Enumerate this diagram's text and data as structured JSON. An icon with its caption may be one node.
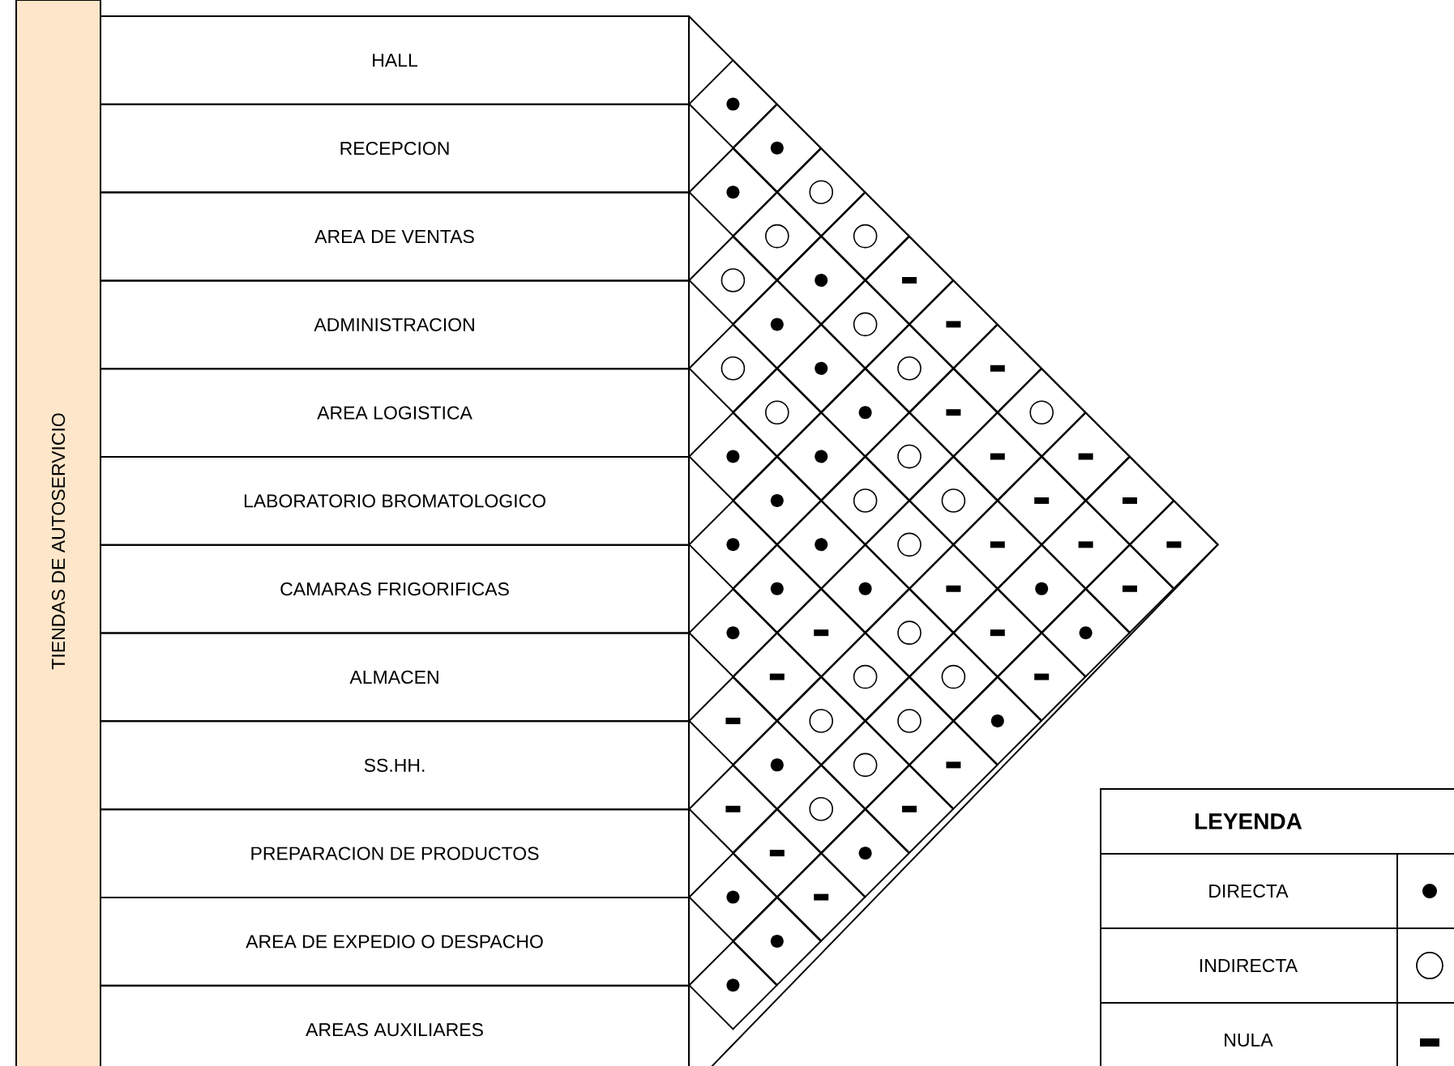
{
  "diagram": {
    "nodes": [
      {
        "text": [
          "TIENDAS DE AUTOSERVICIO"
        ]
      },
      {
        "text": [
          "HALL"
        ]
      },
      {
        "text": [
          "RECEPCION"
        ]
      },
      {
        "text": [
          "AREA DE VENTAS"
        ]
      },
      {
        "text": [
          "ADMINISTRACION"
        ]
      },
      {
        "text": [
          "AREA LOGISTICA"
        ]
      },
      {
        "text": [
          "LABORATORIO BROMATOLOGICO"
        ]
      },
      {
        "text": [
          "CAMARAS FRIGORIFICAS"
        ]
      },
      {
        "text": [
          "ALMACEN"
        ]
      },
      {
        "text": [
          "SS.HH."
        ]
      },
      {
        "text": [
          "PREPARACION DE PRODUCTOS"
        ]
      },
      {
        "text": [
          "AREA DE EXPEDIO O DESPACHO"
        ]
      },
      {
        "text": [
          "AREAS AUXILIARES"
        ]
      },
      {
        "text": [],
        "shape": "diamond"
      },
      {
        "text": [],
        "shape": "dot",
        "in": 13
      },
      {
        "text": [],
        "shape": "diamond"
      },
      {
        "text": [],
        "shape": "dot",
        "in": 15
      },
      {
        "text": [],
        "shape": "diamond"
      },
      {
        "text": [],
        "shape": "dot",
        "in": 17
      },
      {
        "text": [],
        "shape": "diamond"
      },
      {
        "text": [],
        "shape": "circle",
        "in": 19
      },
      {
        "text": [],
        "shape": "diamond"
      },
      {
        "text": [],
        "shape": "circle",
        "in": 21
      },
      {
        "text": [],
        "shape": "diamond"
      },
      {
        "text": [],
        "shape": "circle",
        "in": 23
      },
      {
        "text": [],
        "shape": "diamond"
      },
      {
        "text": [],
        "shape": "circle",
        "in": 25
      },
      {
        "text": [],
        "shape": "diamond"
      },
      {
        "text": [],
        "shape": "dot",
        "in": 27
      },
      {
        "text": [],
        "shape": "diamond"
      },
      {
        "text": [],
        "shape": "bar",
        "in": 29
      },
      {
        "text": [],
        "shape": "diamond"
      },
      {
        "text": [],
        "shape": "dot",
        "in": 31
      },
      {
        "text": [],
        "shape": "diamond"
      },
      {
        "text": [],
        "shape": "circle",
        "in": 33
      },
      {
        "text": [],
        "shape": "diamond"
      },
      {
        "text": [],
        "shape": "bar",
        "in": 35
      },
      {
        "text": [],
        "shape": "diamond"
      },
      {
        "text": [],
        "shape": "circle",
        "in": 37
      },
      {
        "text": [],
        "shape": "diamond"
      },
      {
        "text": [],
        "shape": "dot",
        "in": 39
      },
      {
        "text": [],
        "shape": "diamond"
      },
      {
        "text": [],
        "shape": "circle",
        "in": 41
      },
      {
        "text": [],
        "shape": "diamond"
      },
      {
        "text": [],
        "shape": "bar",
        "in": 43
      },
      {
        "text": [],
        "shape": "diamond"
      },
      {
        "text": [],
        "shape": "circle",
        "in": 45
      },
      {
        "text": [],
        "shape": "diamond"
      },
      {
        "text": [],
        "shape": "dot",
        "in": 47
      },
      {
        "text": [],
        "shape": "diamond"
      },
      {
        "text": [],
        "shape": "bar",
        "in": 49
      },
      {
        "text": [],
        "shape": "diamond"
      },
      {
        "text": [],
        "shape": "circle",
        "in": 51
      },
      {
        "text": [],
        "shape": "diamond"
      },
      {
        "text": [],
        "shape": "dot",
        "in": 53
      },
      {
        "text": [],
        "shape": "diamond"
      },
      {
        "text": [],
        "shape": "dot",
        "in": 55
      },
      {
        "text": [],
        "shape": "diamond"
      },
      {
        "text": [],
        "shape": "circle",
        "in": 57
      },
      {
        "text": [],
        "shape": "diamond"
      },
      {
        "text": [],
        "shape": "bar",
        "in": 59
      },
      {
        "text": [],
        "shape": "diamond"
      },
      {
        "text": [],
        "shape": "bar",
        "in": 61
      },
      {
        "text": [],
        "shape": "diamond"
      },
      {
        "text": [],
        "shape": "dot",
        "in": 63
      },
      {
        "text": [],
        "shape": "diamond"
      },
      {
        "text": [],
        "shape": "circle",
        "in": 65
      },
      {
        "text": [],
        "shape": "diamond"
      },
      {
        "text": [],
        "shape": "circle",
        "in": 67
      },
      {
        "text": [],
        "shape": "diamond"
      },
      {
        "text": [],
        "shape": "bar",
        "in": 69
      },
      {
        "text": [],
        "shape": "diamond"
      },
      {
        "text": [],
        "shape": "bar",
        "in": 71
      },
      {
        "text": [],
        "shape": "diamond"
      },
      {
        "text": [],
        "shape": "dot",
        "in": 73
      },
      {
        "text": [],
        "shape": "diamond"
      },
      {
        "text": [],
        "shape": "dot",
        "in": 75
      },
      {
        "text": [],
        "shape": "diamond"
      },
      {
        "text": [],
        "shape": "circle",
        "in": 77
      },
      {
        "text": [],
        "shape": "diamond"
      },
      {
        "text": [],
        "shape": "bar",
        "in": 79
      },
      {
        "text": [],
        "shape": "diamond"
      },
      {
        "text": [],
        "shape": "bar",
        "in": 81
      },
      {
        "text": [],
        "shape": "diamond"
      },
      {
        "text": [],
        "shape": "bar",
        "in": 83
      },
      {
        "text": [],
        "shape": "diamond"
      },
      {
        "text": [],
        "shape": "dot",
        "in": 85
      },
      {
        "text": [],
        "shape": "diamond"
      },
      {
        "text": [],
        "shape": "dot",
        "in": 87
      },
      {
        "text": [],
        "shape": "diamond"
      },
      {
        "text": [],
        "shape": "bar",
        "in": 89
      },
      {
        "text": [],
        "shape": "diamond"
      },
      {
        "text": [],
        "shape": "dot",
        "in": 91
      },
      {
        "text": [],
        "shape": "diamond"
      },
      {
        "text": [],
        "shape": "bar",
        "in": 93
      },
      {
        "text": [],
        "shape": "diamond"
      },
      {
        "text": [],
        "shape": "dot",
        "in": 95
      },
      {
        "text": [],
        "shape": "diamond"
      },
      {
        "text": [],
        "shape": "bar",
        "in": 97
      },
      {
        "text": [],
        "shape": "diamond"
      },
      {
        "text": [],
        "shape": "circle",
        "in": 99
      },
      {
        "text": [],
        "shape": "diamond"
      },
      {
        "text": [],
        "shape": "bar",
        "in": 101
      },
      {
        "text": [],
        "shape": "diamond"
      },
      {
        "text": [],
        "shape": "dot",
        "in": 103
      },
      {
        "text": [],
        "shape": "diamond"
      },
      {
        "text": [],
        "shape": "bar",
        "in": 105
      },
      {
        "text": [],
        "shape": "diamond"
      },
      {
        "text": [],
        "shape": "circle",
        "in": 107
      },
      {
        "text": [],
        "shape": "diamond"
      },
      {
        "text": [],
        "shape": "circle",
        "in": 109
      },
      {
        "text": [],
        "shape": "diamond"
      },
      {
        "text": [],
        "shape": "bar",
        "in": 111
      },
      {
        "text": [],
        "shape": "diamond"
      },
      {
        "text": [],
        "shape": "bar",
        "in": 113
      },
      {
        "text": [],
        "shape": "diamond"
      },
      {
        "text": [],
        "shape": "circle",
        "in": 115
      },
      {
        "text": [],
        "shape": "diamond"
      },
      {
        "text": [],
        "shape": "circle",
        "in": 117
      },
      {
        "text": [],
        "shape": "diamond"
      },
      {
        "text": [],
        "shape": "dot",
        "in": 119
      },
      {
        "text": [],
        "shape": "diamond"
      },
      {
        "text": [],
        "shape": "dot",
        "in": 121
      },
      {
        "text": [],
        "shape": "diamond"
      },
      {
        "text": [],
        "shape": "circle",
        "in": 123
      },
      {
        "text": [],
        "shape": "diamond"
      },
      {
        "text": [],
        "shape": "bar",
        "in": 125
      },
      {
        "text": [],
        "shape": "diamond"
      },
      {
        "text": [],
        "shape": "bar",
        "in": 127
      },
      {
        "text": [],
        "shape": "diamond"
      },
      {
        "text": [],
        "shape": "circle",
        "in": 129
      },
      {
        "text": [],
        "shape": "diamond"
      },
      {
        "text": [],
        "shape": "bar",
        "in": 131
      },
      {
        "text": [],
        "shape": "diamond"
      },
      {
        "text": [],
        "shape": "bar",
        "in": 133
      },
      {
        "text": [],
        "shape": "diamond"
      },
      {
        "text": [],
        "shape": "dot",
        "in": 135
      },
      {
        "text": [],
        "shape": "diamond"
      },
      {
        "text": [],
        "shape": "dot",
        "in": 137
      },
      {
        "text": [],
        "shape": "diamond"
      },
      {
        "text": [],
        "shape": "bar",
        "in": 139
      },
      {
        "text": [],
        "shape": "diamond"
      },
      {
        "text": [],
        "shape": "dot",
        "in": 141
      },
      {
        "text": [],
        "shape": "diamond"
      },
      {
        "text": [],
        "shape": "dot",
        "in": 143
      }
    ],
    "labels": [
      "LEYENDA"
    ],
    "legend": [
      {
        "text": "DIRECTA"
      },
      {
        "text": "INDIRECTA"
      },
      {
        "text": "NULA"
      }
    ]
  }
}
